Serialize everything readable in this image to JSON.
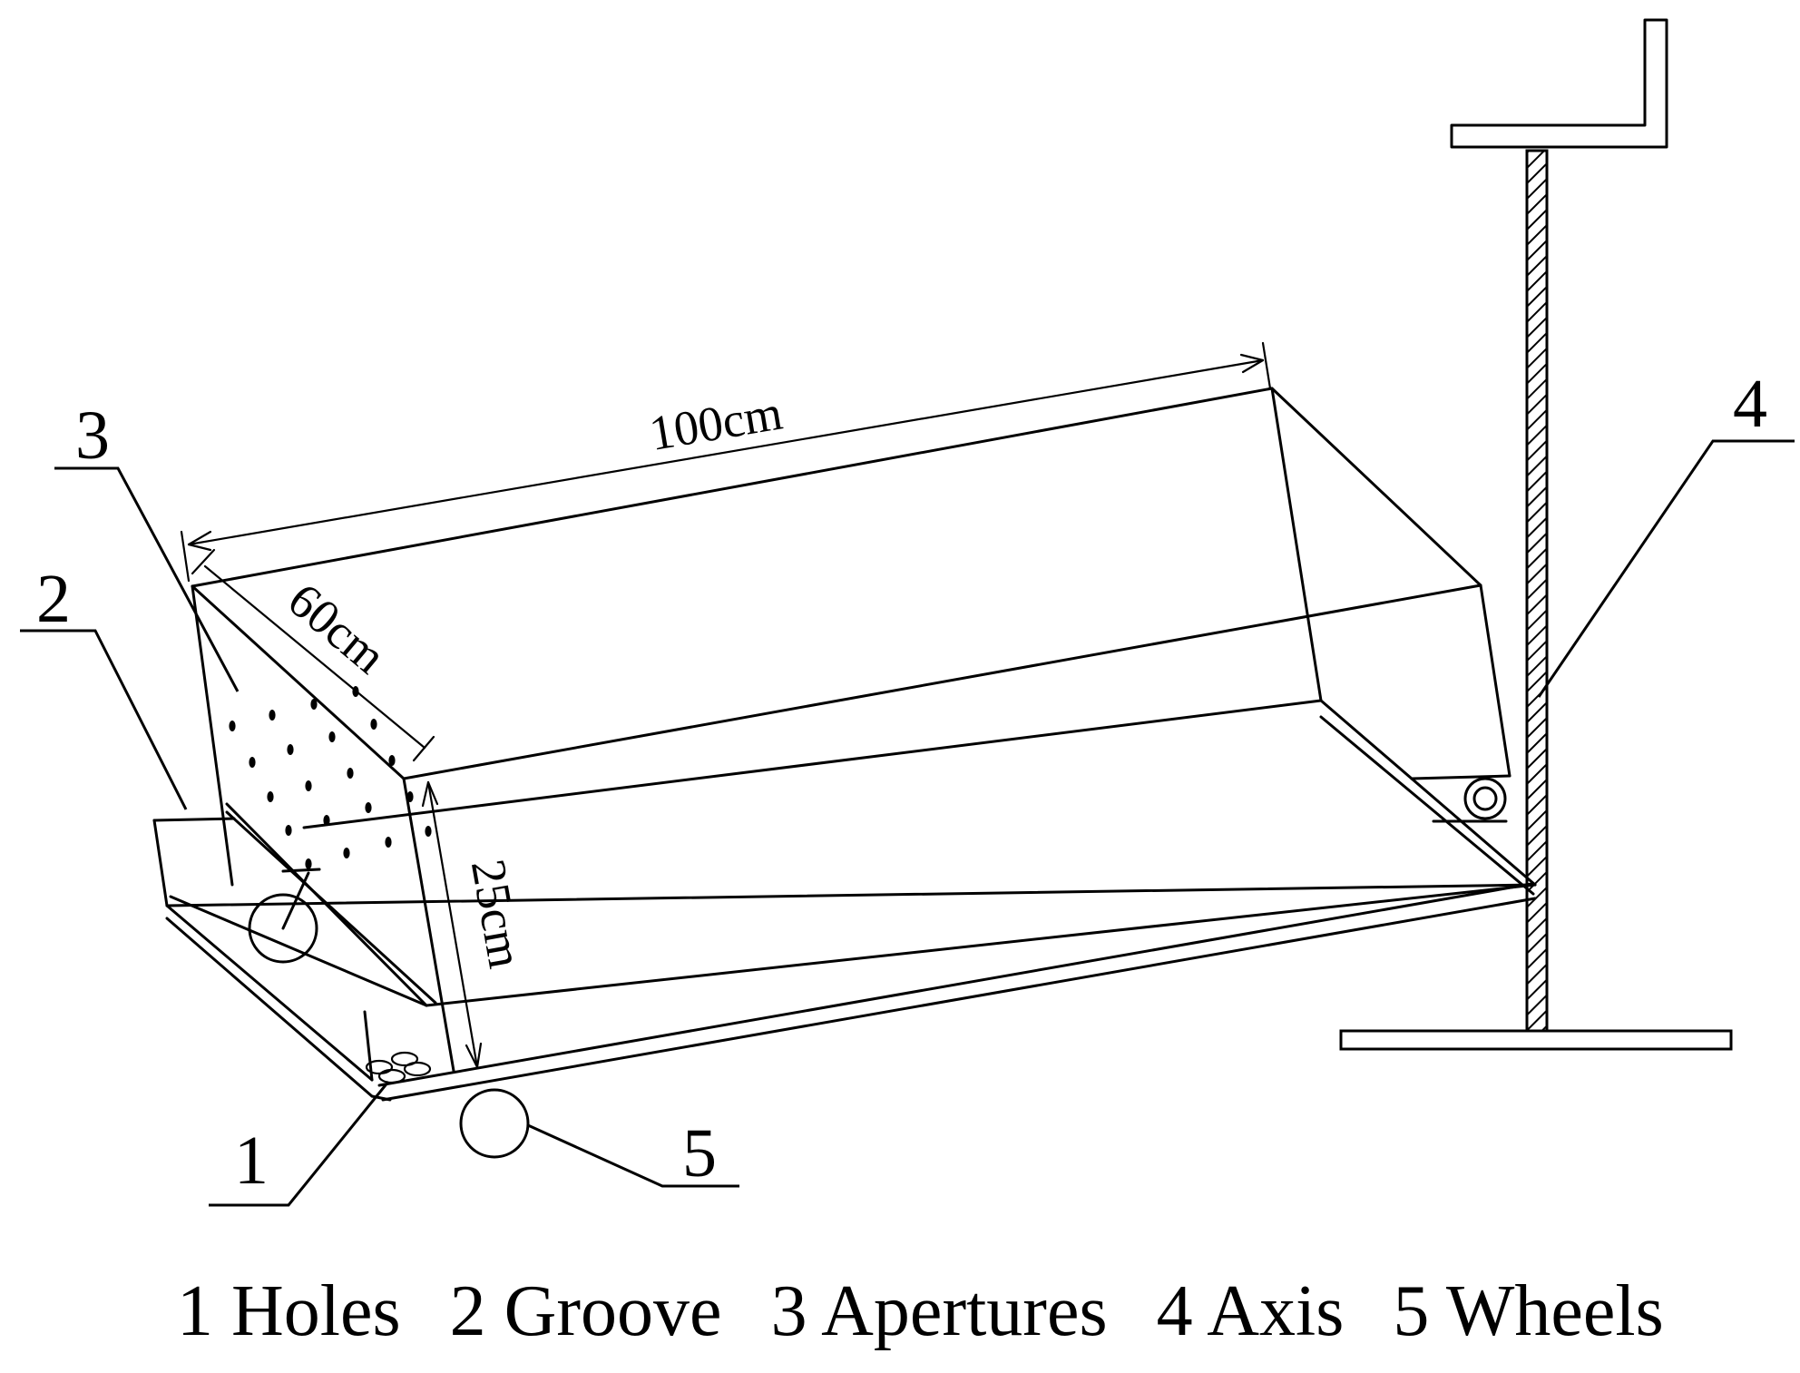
{
  "labels": {
    "part1": "1",
    "part2": "2",
    "part3": "3",
    "part4": "4",
    "part5": "5"
  },
  "dimensions": {
    "length": "100cm",
    "width": "60cm",
    "height": "25cm"
  },
  "legend": [
    {
      "number": "1",
      "name": "Holes"
    },
    {
      "number": "2",
      "name": "Groove"
    },
    {
      "number": "3",
      "name": "Apertures"
    },
    {
      "number": "4",
      "name": "Axis"
    },
    {
      "number": "5",
      "name": "Wheels"
    }
  ]
}
